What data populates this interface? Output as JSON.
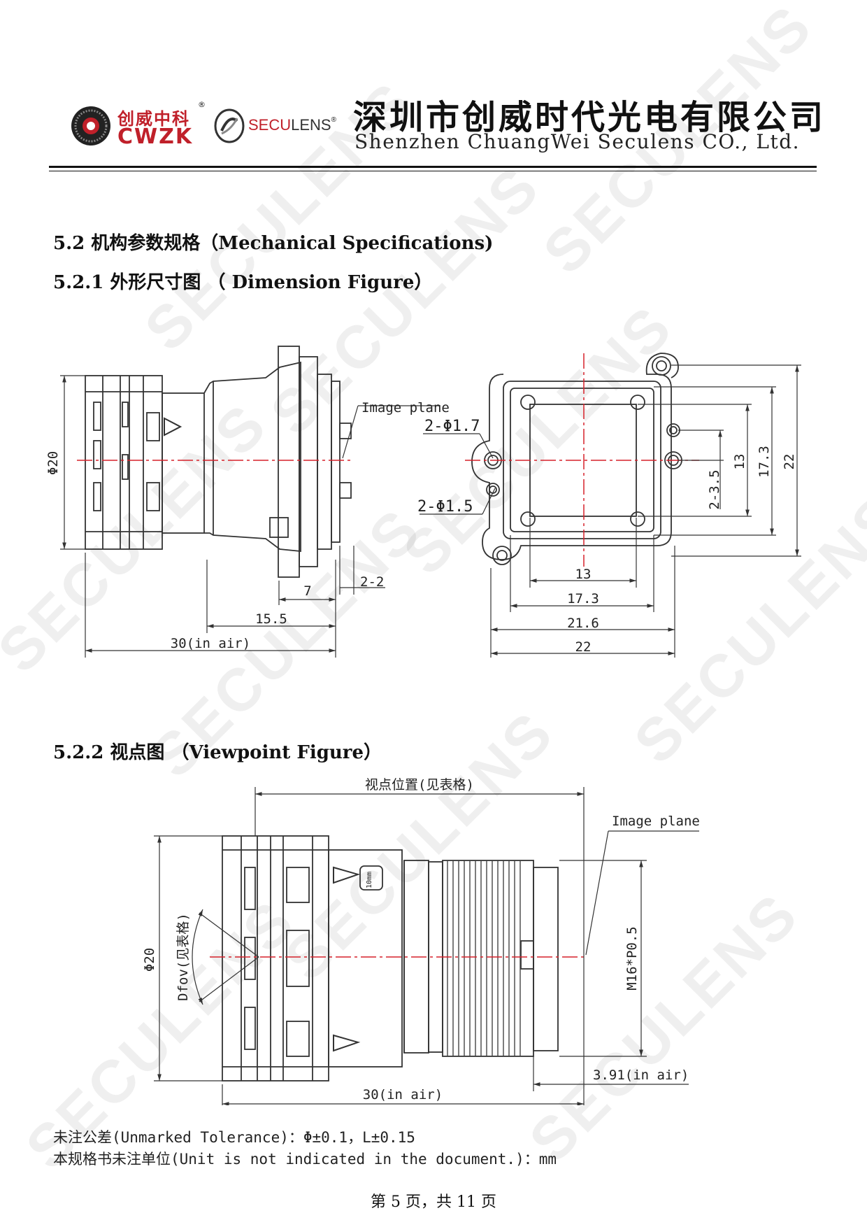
{
  "header": {
    "logo1_cn": "创威中科",
    "logo1_en": "CWZK",
    "logo2_prefix": "SECU",
    "logo2_suffix": "LENS",
    "company_cn": "深圳市创威时代光电有限公司",
    "company_en": "Shenzhen ChuangWei Seculens CO., Ltd.",
    "registered_mark": "®"
  },
  "watermark_text": "SECULENS",
  "sections": {
    "s52": "5.2 机构参数规格（Mechanical Specifications)",
    "s521": "5.2.1 外形尺寸图 （ Dimension Figure）",
    "s522": "5.2.2 视点图 （Viewpoint Figure）"
  },
  "figure1": {
    "side": {
      "image_plane": "Image plane",
      "dia": "Φ20",
      "d7": "7",
      "d22": "2-2",
      "d155": "15.5",
      "d30": "30(in air)"
    },
    "front": {
      "h17": "2-Φ1.7",
      "h15": "2-Φ1.5",
      "v235": "2-3.5",
      "v13": "13",
      "v173": "17.3",
      "v22": "22",
      "h13": "13",
      "h173": "17.3",
      "h216": "21.6",
      "h22": "22"
    }
  },
  "figure2": {
    "viewpoint": "视点位置(见表格)",
    "image_plane": "Image plane",
    "dia": "Φ20",
    "dfov": "Dfov(见表格)",
    "thread": "M16*P0.5",
    "d391": "3.91(in air)",
    "d30": "30(in air)",
    "lens_mark": "10mm"
  },
  "notes": {
    "tolerance": "未注公差(Unmarked Tolerance)：Φ±0.1，L±0.15",
    "unit": "本规格书未注单位(Unit is not indicated in the document.)：mm"
  },
  "footer": {
    "page": "第 5 页，共 11 页"
  }
}
